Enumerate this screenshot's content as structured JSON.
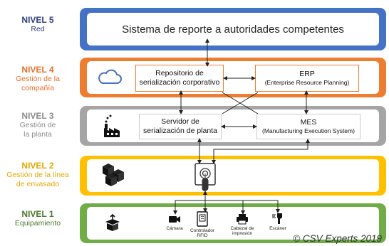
{
  "levels": [
    {
      "num": "NIVEL 5",
      "sub1": "Red",
      "sub2": "",
      "sub3": "",
      "color": "#2E3F80"
    },
    {
      "num": "NIVEL 4",
      "sub1": "Gestión de la",
      "sub2": "compañía",
      "sub3": "",
      "color": "#E8702A"
    },
    {
      "num": "NIVEL 3",
      "sub1": "Gestión de",
      "sub2": "la planta",
      "sub3": "",
      "color": "#8C8C8C"
    },
    {
      "num": "NIVEL 2",
      "sub1": "Gestión de la línea",
      "sub2": "de envasado",
      "sub3": "",
      "color": "#E6A800"
    },
    {
      "num": "NIVEL 1",
      "sub1": "Equipamiento",
      "sub2": "",
      "sub3": "",
      "color": "#4A7A2E"
    }
  ],
  "band_colors": {
    "n5": "#4472C4",
    "n4": "#ED7D31",
    "n3": "#A5A5A5",
    "n2": "#FFC000",
    "n1": "#70AD47"
  },
  "n5": {
    "title": "Sistema de reporte a autoridades competentes"
  },
  "n4": {
    "repo": {
      "line1": "Repositorio de",
      "line2": "serialización corporativo"
    },
    "erp": {
      "line1": "ERP",
      "line2": "(Enterprise Resource Planning)"
    },
    "cloud_icon": "cloud-icon"
  },
  "n3": {
    "server": {
      "line1": "Servidor de",
      "line2": "serialización de planta"
    },
    "mes": {
      "line1": "MES",
      "line2": "(Manufacturing Execution System)"
    },
    "factory_icon": "factory-icon"
  },
  "n2": {
    "boxes_icon": "boxes-icon",
    "panel_icon": "touch-panel-icon"
  },
  "n1": {
    "devices": [
      {
        "label": "Cámara",
        "icon": "camera-icon"
      },
      {
        "label": "Controlador RFID",
        "icon": "rfid-icon"
      },
      {
        "label": "Cabezal de impresión",
        "icon": "printer-icon"
      },
      {
        "label": "Escáner",
        "icon": "scanner-icon"
      }
    ],
    "box_icon": "open-box-icon"
  },
  "watermark": "© CSV Experts 2019"
}
